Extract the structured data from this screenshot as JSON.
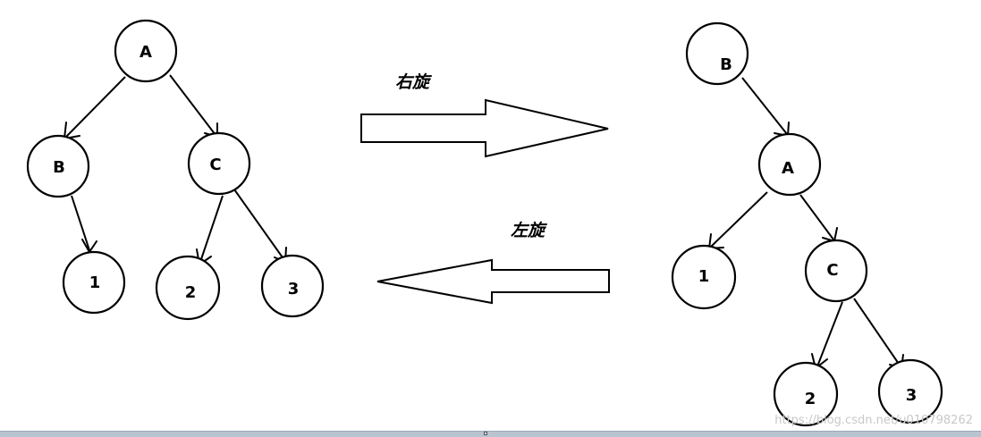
{
  "labels": {
    "rotate_right": "右旋",
    "rotate_left": "左旋"
  },
  "left_tree": {
    "nodes": {
      "A": "A",
      "B": "B",
      "C": "C",
      "n1": "1",
      "n2": "2",
      "n3": "3"
    },
    "edges": [
      [
        "A",
        "B"
      ],
      [
        "A",
        "C"
      ],
      [
        "B",
        "n1"
      ],
      [
        "C",
        "n2"
      ],
      [
        "C",
        "n3"
      ]
    ]
  },
  "right_tree": {
    "nodes": {
      "B": "B",
      "A": "A",
      "C": "C",
      "n1": "1",
      "n2": "2",
      "n3": "3"
    },
    "edges": [
      [
        "B",
        "A"
      ],
      [
        "A",
        "n1"
      ],
      [
        "A",
        "C"
      ],
      [
        "C",
        "n2"
      ],
      [
        "C",
        "n3"
      ]
    ]
  },
  "watermark": "https://blog.csdn.net/u010798262",
  "colors": {
    "stroke": "#000000",
    "background": "#ffffff",
    "watermark": "#c8c8c8"
  }
}
